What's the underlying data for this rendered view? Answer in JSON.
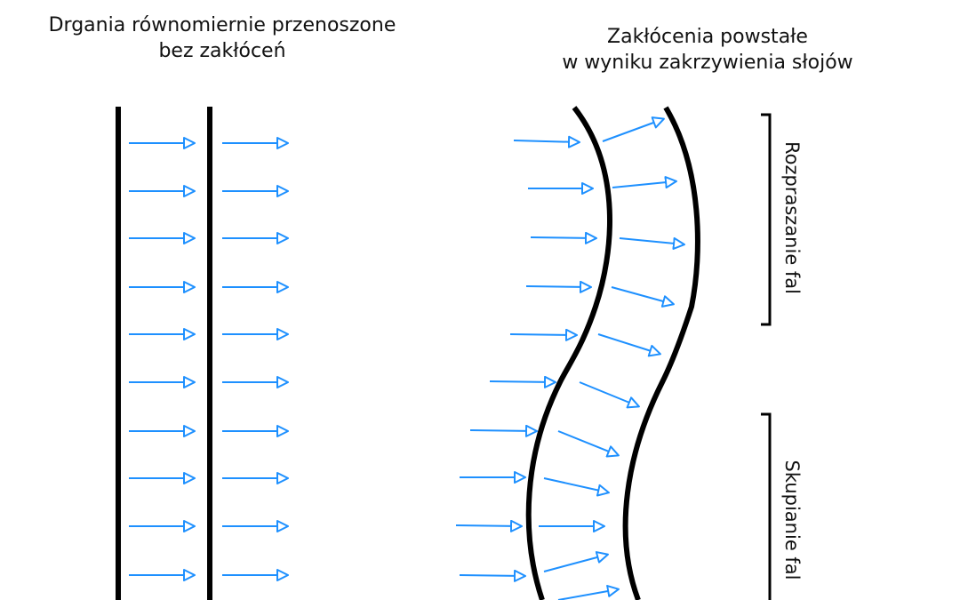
{
  "panels": {
    "left_title_line1": "Drgania równomiernie przenoszone",
    "left_title_line2": "bez zakłóceń",
    "right_title_line1": "Zakłócenia powstałe",
    "right_title_line2": "w wyniku zakrzywienia słojów"
  },
  "brackets": {
    "upper_label": "Rozpraszanie fal",
    "lower_label": "Skupianie fal"
  },
  "colors": {
    "arrow": "#1e90ff",
    "line": "#000000",
    "text": "#111111"
  },
  "icons": {
    "wave": "arrow-right-icon",
    "grain": "wood-grain-line-icon",
    "bracket": "bracket-icon"
  }
}
